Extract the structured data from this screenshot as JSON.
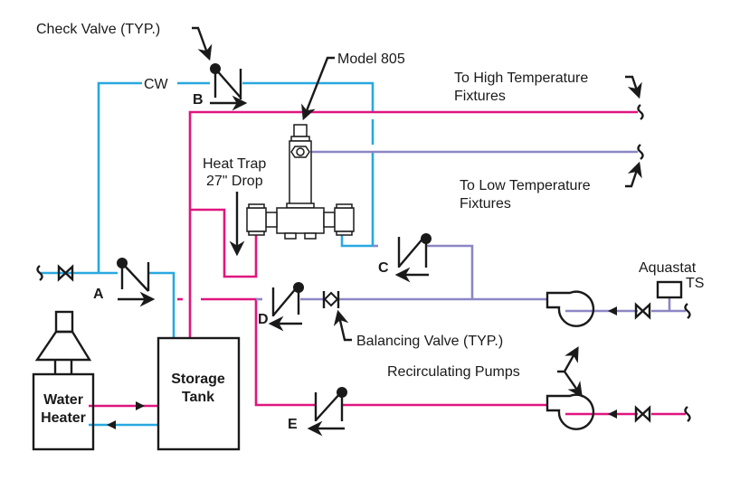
{
  "colors": {
    "cold_water": "#29a8df",
    "hot_water": "#e0157f",
    "tempered_water": "#8c87c4",
    "ink": "#1a1a1a"
  },
  "labels": {
    "check_valve": "Check Valve (TYP.)",
    "cw": "CW",
    "model": "Model 805",
    "high_temp_line1": "To High Temperature",
    "high_temp_line2": "Fixtures",
    "low_temp_line1": "To Low Temperature",
    "low_temp_line2": "Fixtures",
    "heat_trap_line1": "Heat Trap",
    "heat_trap_line2": "27\" Drop",
    "aquastat": "Aquastat",
    "ts": "TS",
    "balancing_valve": "Balancing Valve (TYP.)",
    "recirc_pumps": "Recirculating Pumps",
    "water_heater_line1": "Water",
    "water_heater_line2": "Heater",
    "storage_tank_line1": "Storage",
    "storage_tank_line2": "Tank"
  },
  "valve_tags": {
    "a": "A",
    "b": "B",
    "c": "C",
    "d": "D",
    "e": "E"
  },
  "icons": {
    "check_valve": "check-valve-icon",
    "gate_valve": "gate-valve-icon",
    "balancing_valve": "balancing-valve-icon",
    "pump": "pump-icon",
    "mixing_valve": "thermostatic-mixing-valve-icon",
    "flue_hood": "flue-hood-icon",
    "break": "pipe-break-icon",
    "aquastat": "aquastat-sensor-icon"
  }
}
